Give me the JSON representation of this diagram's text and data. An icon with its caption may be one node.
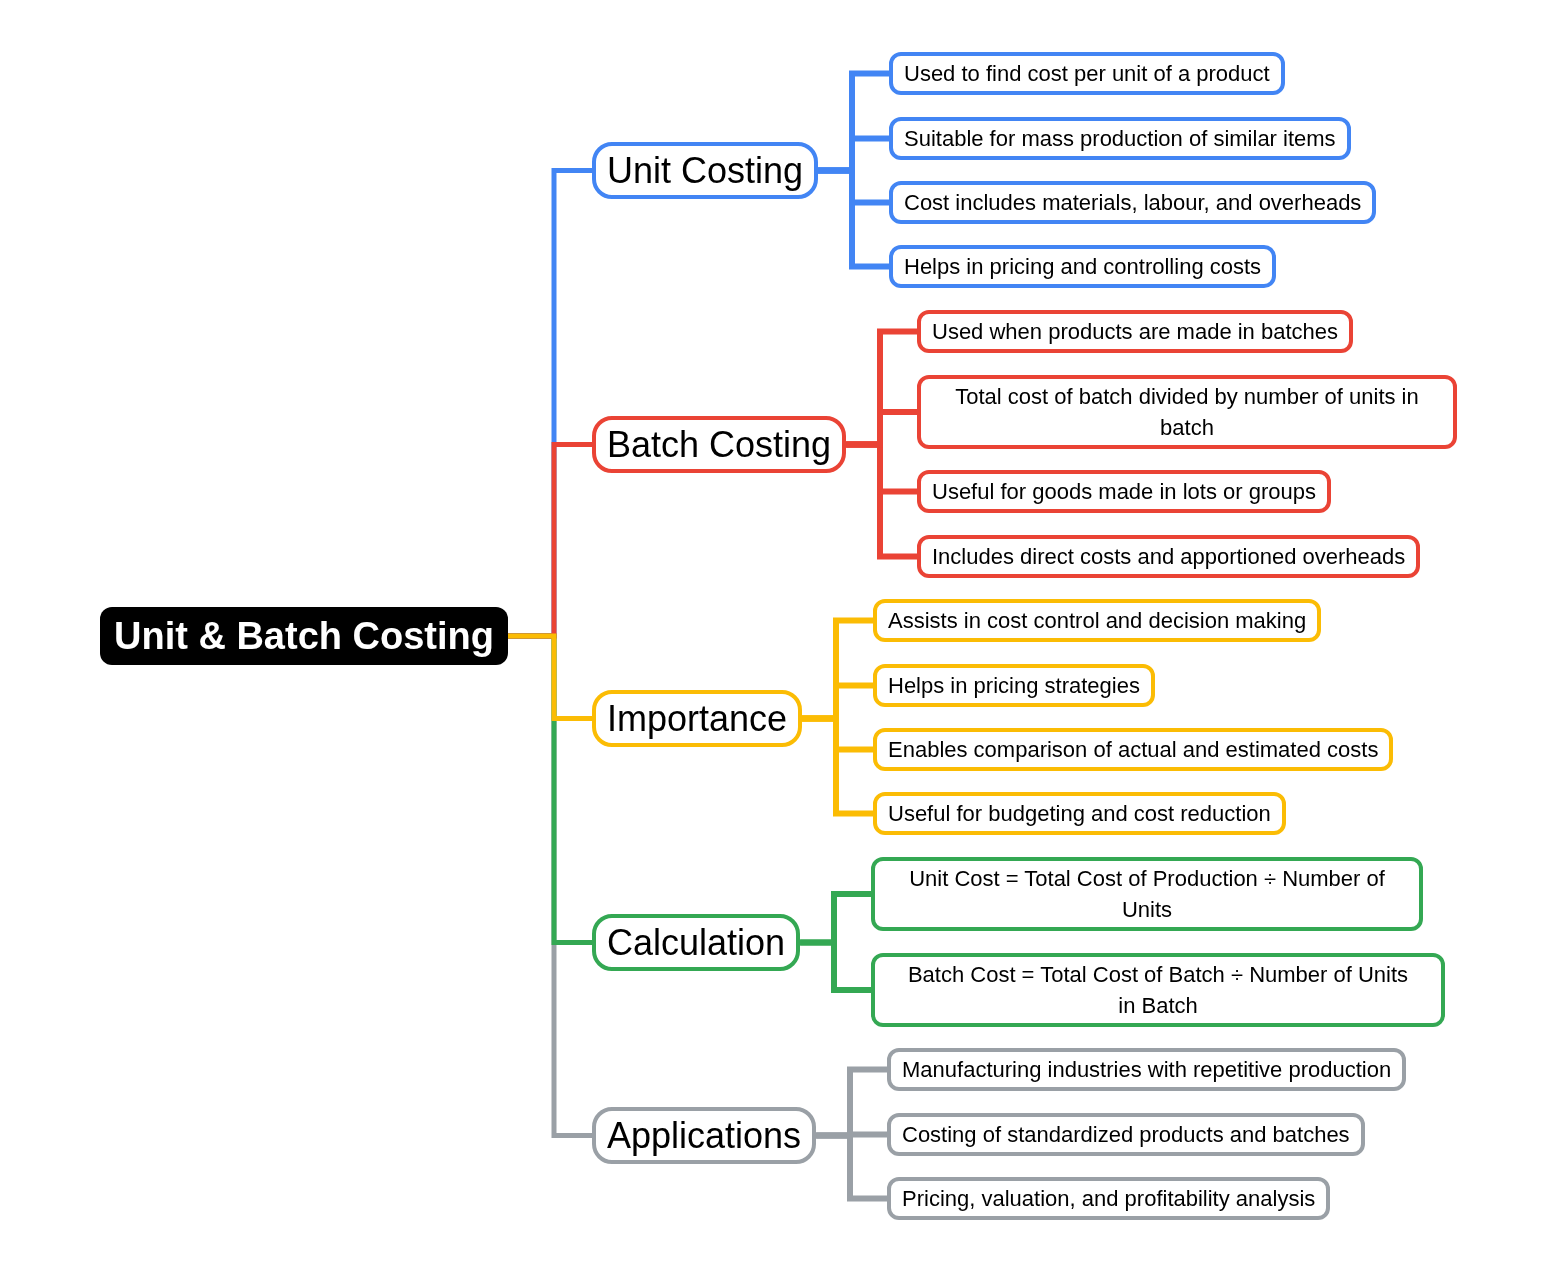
{
  "diagram": {
    "nodes": [
      {
        "text": [
          "Unit & Batch Costing"
        ]
      },
      {
        "text": [
          "Unit Costing"
        ]
      },
      {
        "text": [
          "Used to find cost per unit of a product"
        ]
      },
      {
        "text": [
          "Suitable for mass production of similar items"
        ]
      },
      {
        "text": [
          "Cost includes materials, labour, and overheads"
        ]
      },
      {
        "text": [
          "Helps in pricing and controlling costs"
        ]
      },
      {
        "text": [
          "Batch Costing"
        ]
      },
      {
        "text": [
          "Used when products are made in batches"
        ]
      },
      {
        "text": [
          "Total cost of batch divided by number of units in batch"
        ]
      },
      {
        "text": [
          "Useful for goods made in lots or groups"
        ]
      },
      {
        "text": [
          "Includes direct costs and apportioned overheads"
        ]
      },
      {
        "text": [
          "Importance"
        ]
      },
      {
        "text": [
          "Assists in cost control and decision making"
        ]
      },
      {
        "text": [
          "Helps in pricing strategies"
        ]
      },
      {
        "text": [
          "Enables comparison of actual and estimated costs"
        ]
      },
      {
        "text": [
          "Useful for budgeting and cost reduction"
        ]
      },
      {
        "text": [
          "Calculation"
        ]
      },
      {
        "text": [
          "Unit Cost = Total Cost of Production ÷ Number of Units"
        ]
      },
      {
        "text": [
          "Batch Cost = Total Cost of Batch ÷ Number of Units in Batch"
        ]
      },
      {
        "text": [
          "Applications"
        ]
      },
      {
        "text": [
          "Manufacturing industries with repetitive production"
        ]
      },
      {
        "text": [
          "Costing of standardized products and batches"
        ]
      },
      {
        "text": [
          "Pricing, valuation, and profitability analysis"
        ]
      }
    ],
    "edges": [
      {
        "from": 0,
        "to": 1,
        "arrow": "none",
        "color": "#4285f4"
      },
      {
        "from": 1,
        "to": 2,
        "arrow": "none",
        "color": "#4285f4"
      },
      {
        "from": 1,
        "to": 3,
        "arrow": "none",
        "color": "#4285f4"
      },
      {
        "from": 1,
        "to": 4,
        "arrow": "none",
        "color": "#4285f4"
      },
      {
        "from": 1,
        "to": 5,
        "arrow": "none",
        "color": "#4285f4"
      },
      {
        "from": 0,
        "to": 6,
        "arrow": "none",
        "color": "#ea4335"
      },
      {
        "from": 6,
        "to": 7,
        "arrow": "none",
        "color": "#ea4335"
      },
      {
        "from": 6,
        "to": 8,
        "arrow": "none",
        "color": "#ea4335"
      },
      {
        "from": 6,
        "to": 9,
        "arrow": "none",
        "color": "#ea4335"
      },
      {
        "from": 6,
        "to": 10,
        "arrow": "none",
        "color": "#ea4335"
      },
      {
        "from": 0,
        "to": 11,
        "arrow": "none",
        "color": "#fbbc04"
      },
      {
        "from": 11,
        "to": 12,
        "arrow": "none",
        "color": "#fbbc04"
      },
      {
        "from": 11,
        "to": 13,
        "arrow": "none",
        "color": "#fbbc04"
      },
      {
        "from": 11,
        "to": 14,
        "arrow": "none",
        "color": "#fbbc04"
      },
      {
        "from": 11,
        "to": 15,
        "arrow": "none",
        "color": "#fbbc04"
      },
      {
        "from": 0,
        "to": 16,
        "arrow": "none",
        "color": "#34a853"
      },
      {
        "from": 16,
        "to": 17,
        "arrow": "none",
        "color": "#34a853"
      },
      {
        "from": 16,
        "to": 18,
        "arrow": "none",
        "color": "#34a853"
      },
      {
        "from": 0,
        "to": 19,
        "arrow": "none",
        "color": "#9aa0a6"
      },
      {
        "from": 19,
        "to": 20,
        "arrow": "none",
        "color": "#9aa0a6"
      },
      {
        "from": 19,
        "to": 21,
        "arrow": "none",
        "color": "#9aa0a6"
      },
      {
        "from": 19,
        "to": 22,
        "arrow": "none",
        "color": "#9aa0a6"
      }
    ]
  }
}
